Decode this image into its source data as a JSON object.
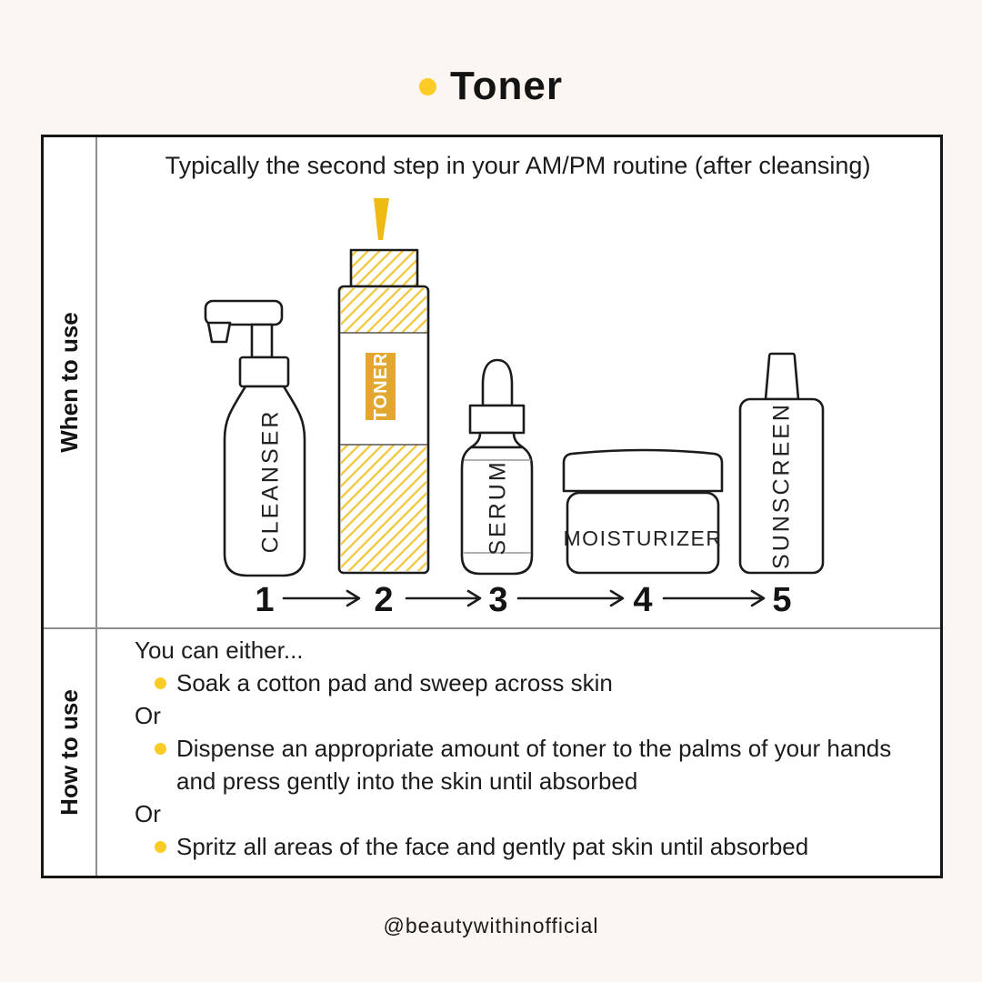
{
  "title": {
    "text": "Toner"
  },
  "panel": {
    "when_label": "When to use",
    "how_label": "How to use",
    "when_header": "Typically the second step in your AM/PM routine (after cleansing)"
  },
  "products": [
    {
      "step": "1",
      "label": "CLEANSER"
    },
    {
      "step": "2",
      "label": "TONER"
    },
    {
      "step": "3",
      "label": "SERUM"
    },
    {
      "step": "4",
      "label": "MOISTURIZER"
    },
    {
      "step": "5",
      "label": "SUNSCREEN"
    }
  ],
  "how_to": {
    "intro": "You can either...",
    "option1": "Soak a cotton pad and sweep across skin",
    "or1": "Or",
    "option2_line1": "Dispense an appropriate amount of toner to the palms of your hands",
    "option2_line2": "and press gently into the skin until absorbed",
    "or2": "Or",
    "option3": "Spritz all areas of the face and gently pat skin until absorbed"
  },
  "footer": {
    "handle": "@beautywithinofficial"
  },
  "colors": {
    "accent_yellow": "#fbcc26",
    "badge_gold": "#e2a72e",
    "hatch_gold": "#f3c73e",
    "arrow_gold": "#edbb13",
    "line_dark": "#1b1b1b"
  }
}
